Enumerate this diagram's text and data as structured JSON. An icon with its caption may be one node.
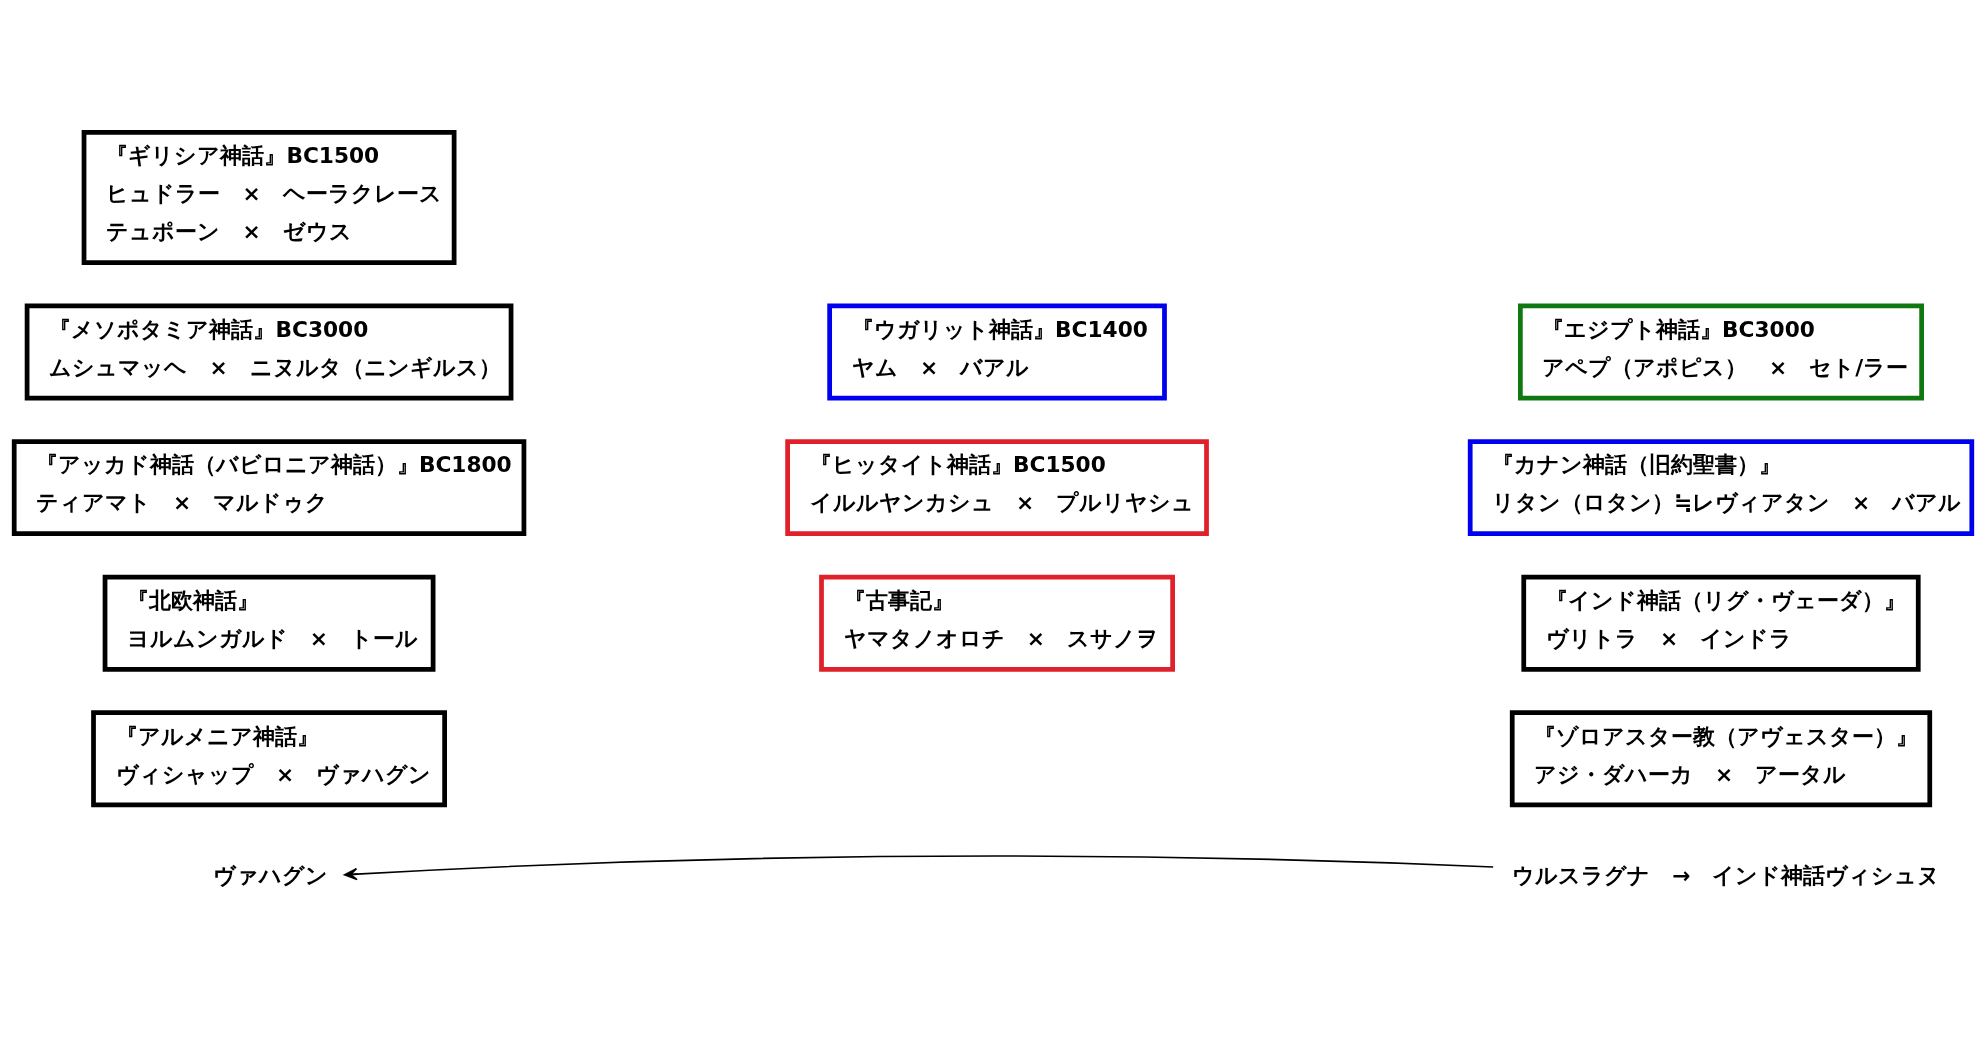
{
  "diagram": {
    "nodes": [
      {
        "text": [
          "『ギリシア神話』BC1500",
          "ヒュドラー　×　ヘーラクレース",
          "テュポーン　×　ゼウス"
        ]
      },
      {
        "text": [
          "『メソポタミア神話』BC3000",
          "ムシュマッヘ　×　ニヌルタ（ニンギルス）"
        ]
      },
      {
        "text": [
          "『ウガリット神話』BC1400",
          "ヤム　×　バアル"
        ]
      },
      {
        "text": [
          "『エジプト神話』BC3000",
          "アペプ（アポピス）　×　セト/ラー"
        ]
      },
      {
        "text": [
          "『アッカド神話（バビロニア神話）』BC1800",
          "ティアマト　×　マルドゥク"
        ]
      },
      {
        "text": [
          "『ヒッタイト神話』BC1500",
          "イルルヤンカシュ　×　プルリヤシュ"
        ]
      },
      {
        "text": [
          "『カナン神話（旧約聖書）』",
          "リタン（ロタン）≒レヴィアタン　×　バアル"
        ]
      },
      {
        "text": [
          "『北欧神話』",
          "ヨルムンガルド　×　トール"
        ]
      },
      {
        "text": [
          "『古事記』",
          "ヤマタノオロチ　×　スサノヲ"
        ]
      },
      {
        "text": [
          "『インド神話（リグ・ヴェーダ）』",
          "ヴリトラ　×　インドラ"
        ]
      },
      {
        "text": [
          "『アルメニア神話』",
          "ヴィシャップ　×　ヴァハグン"
        ]
      },
      {
        "text": [
          "『ゾロアスター教（アヴェスター）』",
          "アジ・ダハーカ　×　アータル"
        ]
      },
      {
        "text": [
          "ヴァハグン"
        ]
      },
      {
        "text": [
          "ウルスラグナ　→　インド神話ヴィシュヌ"
        ]
      }
    ],
    "edges": [
      {
        "from": 13,
        "to": 12,
        "arrow": "to"
      }
    ]
  }
}
